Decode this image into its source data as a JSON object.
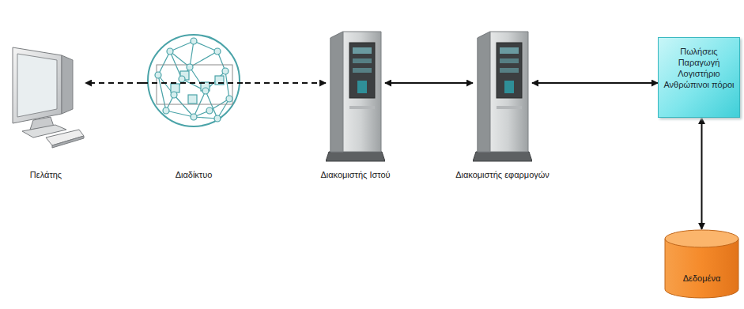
{
  "diagram": {
    "nodes": [
      {
        "text": [
          "Πελάτης"
        ]
      },
      {
        "text": [
          "Διαδίκτυο"
        ]
      },
      {
        "text": [
          "Διακομιστής Ιστού"
        ]
      },
      {
        "text": [
          "Διακομιστής εφαρμογών"
        ]
      },
      {
        "text": [
          "Πωλήσεις",
          "Παραγωγή",
          "Λογιστήριο",
          "Ανθρώπινοι πόροι"
        ]
      },
      {
        "text": [
          "Δεδομένα"
        ]
      }
    ],
    "edges": [
      {
        "from": 1,
        "to": 0,
        "arrow": "to"
      },
      {
        "from": 1,
        "to": 2,
        "arrow": "to"
      },
      {
        "from": 2,
        "to": 3,
        "arrow": "both"
      },
      {
        "from": 3,
        "to": 4,
        "arrow": "both"
      },
      {
        "from": 4,
        "to": 5,
        "arrow": "both"
      }
    ]
  }
}
